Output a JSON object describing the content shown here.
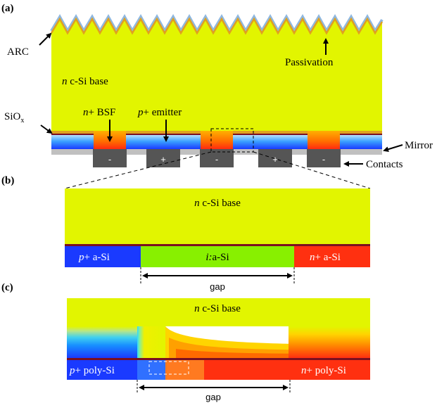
{
  "panel_a": {
    "panel_label": "(a)",
    "arc_label": "ARC",
    "passivation_label": "Passivation",
    "base_label_italic": "n",
    "base_label_rest": " c-Si base",
    "siox_main": "SiO",
    "siox_sub": "x",
    "bsf_italic": "n",
    "bsf_rest": "+ BSF",
    "emitter_italic": "p",
    "emitter_rest": "+ emitter",
    "mirror_label": "Mirror",
    "contacts_label": "Contacts",
    "contact_signs": [
      "-",
      "+",
      "-",
      "+",
      "-"
    ]
  },
  "panel_b": {
    "panel_label": "(b)",
    "base_label_italic": "n",
    "base_label_rest": " c-Si base",
    "left_italic": "p",
    "left_rest": "+ a-Si",
    "mid_italic": "i:",
    "mid_rest": "a-Si",
    "right_italic": "n",
    "right_rest": "+ a-Si",
    "gap_label": "gap"
  },
  "panel_c": {
    "panel_label": "(c)",
    "base_label_italic": "n",
    "base_label_rest": " c-Si base",
    "left_italic": "p",
    "left_rest": "+ poly-Si",
    "right_italic": "n",
    "right_rest": "+ poly-Si",
    "gap_label": "gap"
  },
  "colors": {
    "base": "#e2f500",
    "arc": "#8fb8e0",
    "passivation": "#e0a020",
    "p_region": "#1a3aff",
    "i_region": "#88f000",
    "n_region": "#ff3010",
    "mirror": "#c0c0c0",
    "contact": "#555555",
    "interface": "#7a1020"
  }
}
